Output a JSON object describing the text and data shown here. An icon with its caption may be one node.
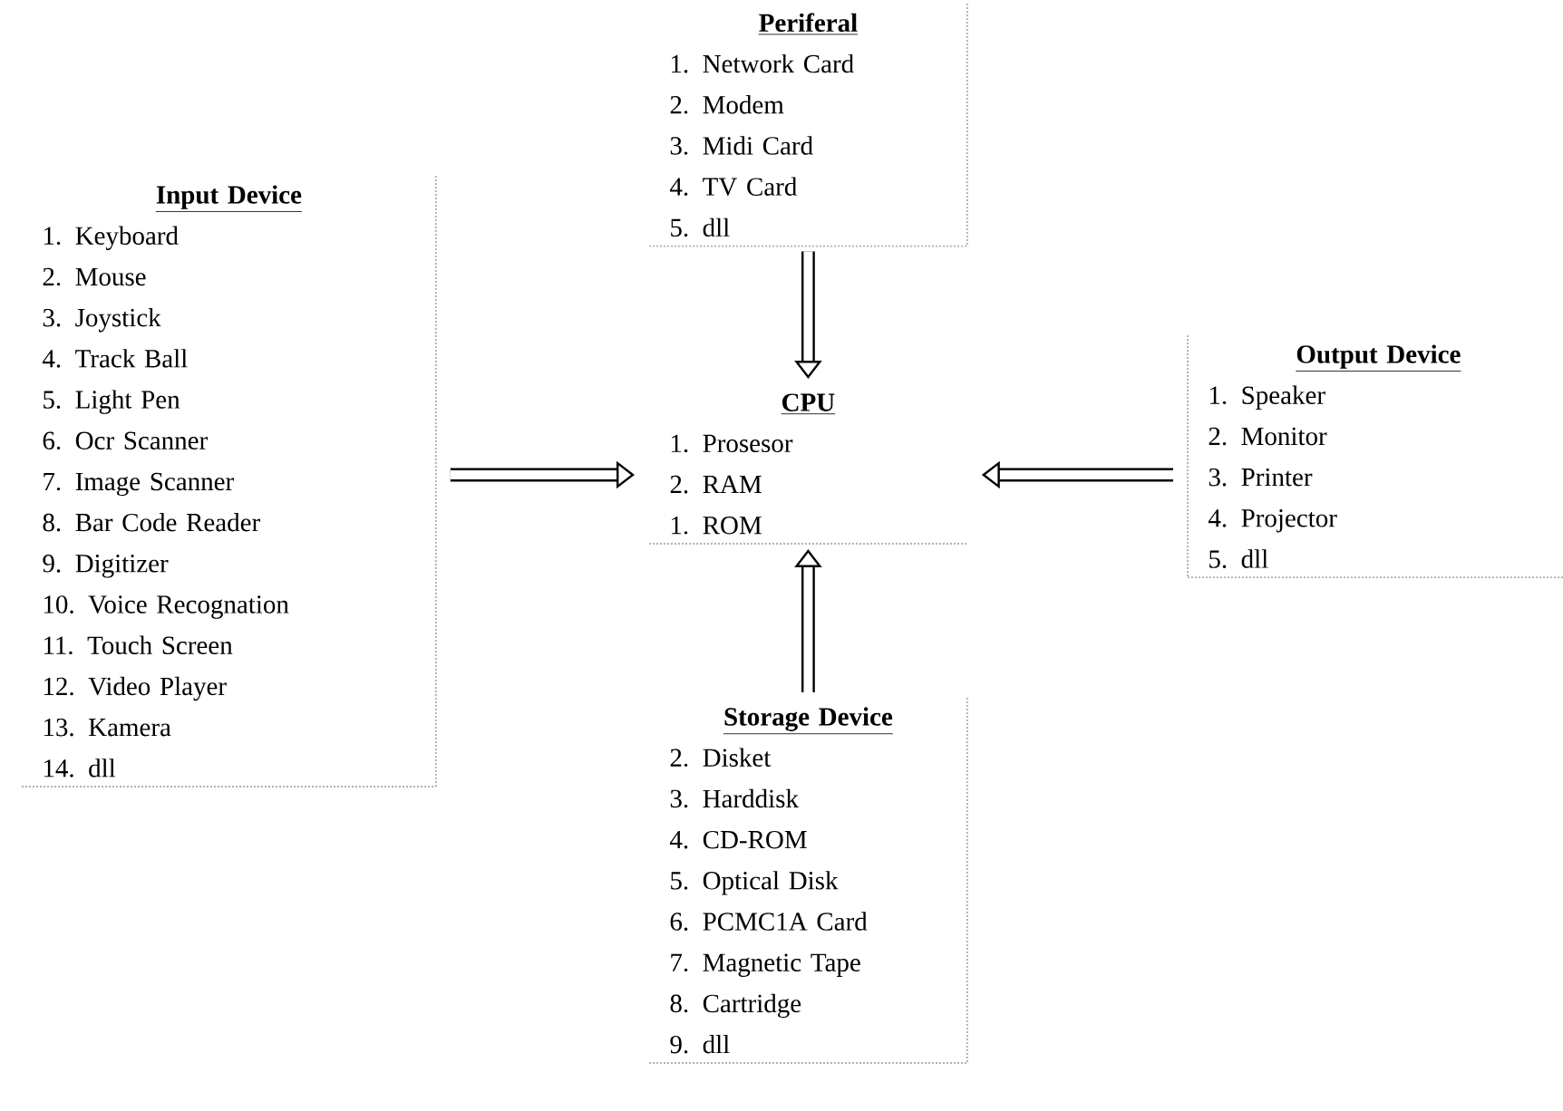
{
  "diagram": {
    "nodes": [
      {
        "text": [
          "Periferal",
          "1. Network Card",
          "2. Modem",
          "3. Midi Card",
          "4. TV Card",
          "5. dll"
        ]
      },
      {
        "text": [
          "Input Device",
          "1. Keyboard",
          "2. Mouse",
          "3. Joystick",
          "4. Track Ball",
          "5. Light Pen",
          "6. Ocr Scanner",
          "7. Image Scanner",
          "8. Bar Code Reader",
          "9. Digitizer",
          "10. Voice Recognation",
          "11. Touch Screen",
          "12. Video Player",
          "13. Kamera",
          "14. dll"
        ]
      },
      {
        "text": [
          "CPU",
          "1. Prosesor",
          "2. RAM",
          "1. ROM"
        ]
      },
      {
        "text": [
          "Output Device",
          "1. Speaker",
          "2. Monitor",
          "3. Printer",
          "4. Projector",
          "5. dll"
        ]
      },
      {
        "text": [
          "Storage Device",
          "2. Disket",
          "3. Harddisk",
          "4. CD-ROM",
          "5. Optical Disk",
          "6. PCMC1A Card",
          "7. Magnetic Tape",
          "8. Cartridge",
          "9. dll"
        ]
      }
    ],
    "edges": [
      {
        "from": 1,
        "to": 2,
        "arrow": "to"
      },
      {
        "from": 0,
        "to": 2,
        "arrow": "to"
      },
      {
        "from": 3,
        "to": 2,
        "arrow": "to"
      },
      {
        "from": 4,
        "to": 2,
        "arrow": "to"
      }
    ]
  }
}
